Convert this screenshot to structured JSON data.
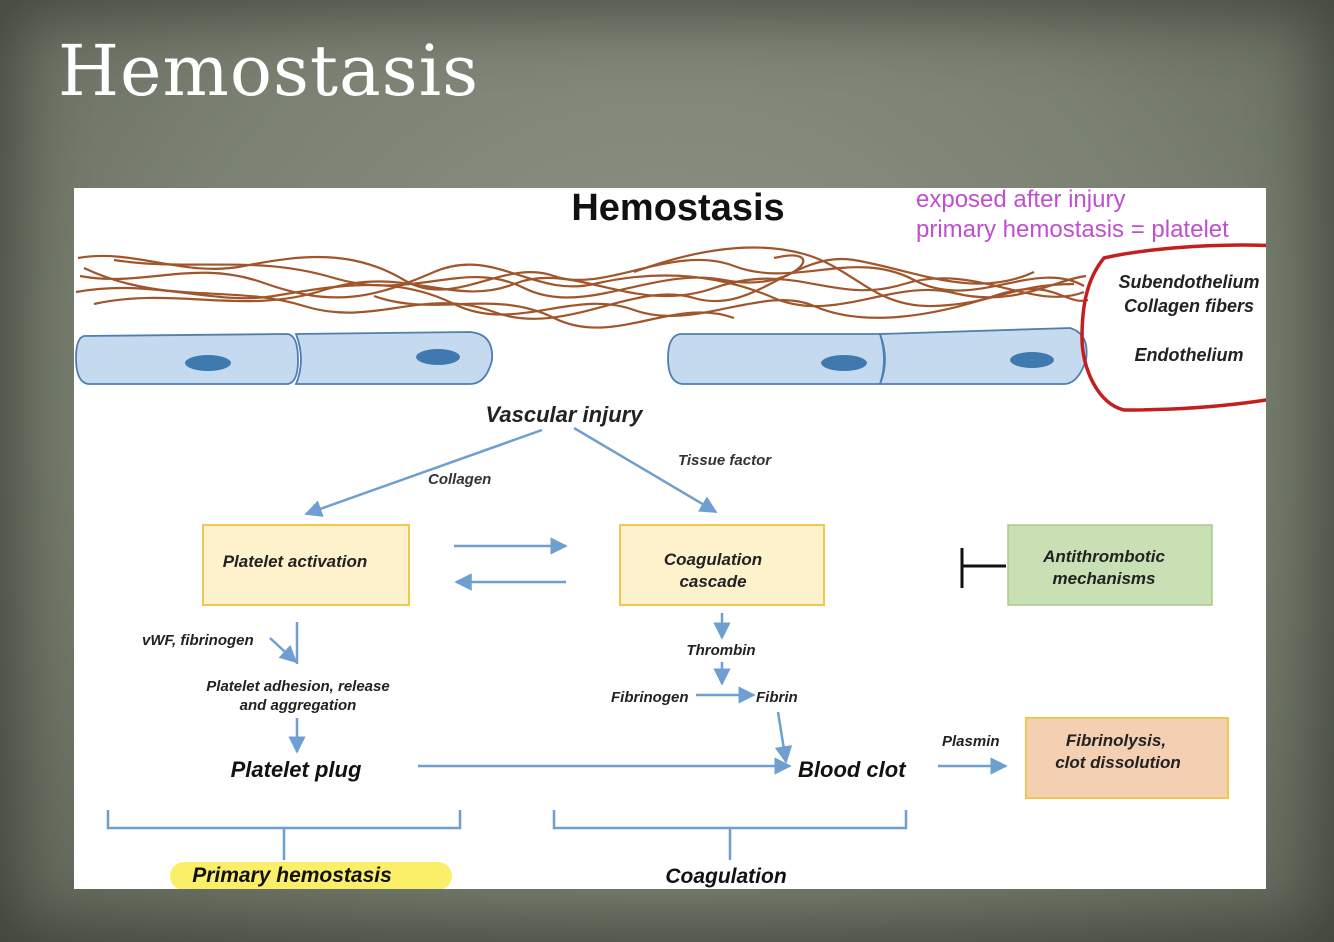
{
  "slide": {
    "title": "Hemostasis"
  },
  "diagram": {
    "title": "Hemostasis",
    "annotations": {
      "line1": "exposed after injury",
      "line2": "primary hemostasis = platelet"
    },
    "layer_labels": {
      "subendothelium": "Subendothelium",
      "collagen_fibers": "Collagen fibers",
      "endothelium": "Endothelium"
    },
    "vascular_injury": "Vascular injury",
    "collagen": "Collagen",
    "tissue_factor": "Tissue  factor",
    "platelet_activation": "Platelet activation",
    "coagulation_cascade_1": "Coagulation",
    "coagulation_cascade_2": "cascade",
    "antithrombotic_1": "Antithrombotic",
    "antithrombotic_2": "mechanisms",
    "vwf": "vWF, fibrinogen",
    "adhesion_1": "Platelet adhesion, release",
    "adhesion_2": "and aggregation",
    "thrombin": "Thrombin",
    "fibrinogen": "Fibrinogen",
    "fibrin": "Fibrin",
    "platelet_plug": "Platelet plug",
    "blood_clot": "Blood clot",
    "plasmin": "Plasmin",
    "fibrinolysis_1": "Fibrinolysis,",
    "fibrinolysis_2": "clot dissolution",
    "primary_hemostasis": "Primary hemostasis",
    "coagulation": "Coagulation"
  },
  "colors": {
    "arrow": "#6f9fd0",
    "yellow_box": "#fdf2cc",
    "yellow_border": "#f2c750",
    "green_box": "#c8e0b4",
    "orange_box": "#f4cfb2",
    "annotation": "#c04fd0",
    "red_circle": "#c41e1e",
    "highlight": "#fbef6a",
    "cell_fill": "#c5d9ef",
    "nucleus": "#3f79b0",
    "collagen": "#a0552a"
  }
}
